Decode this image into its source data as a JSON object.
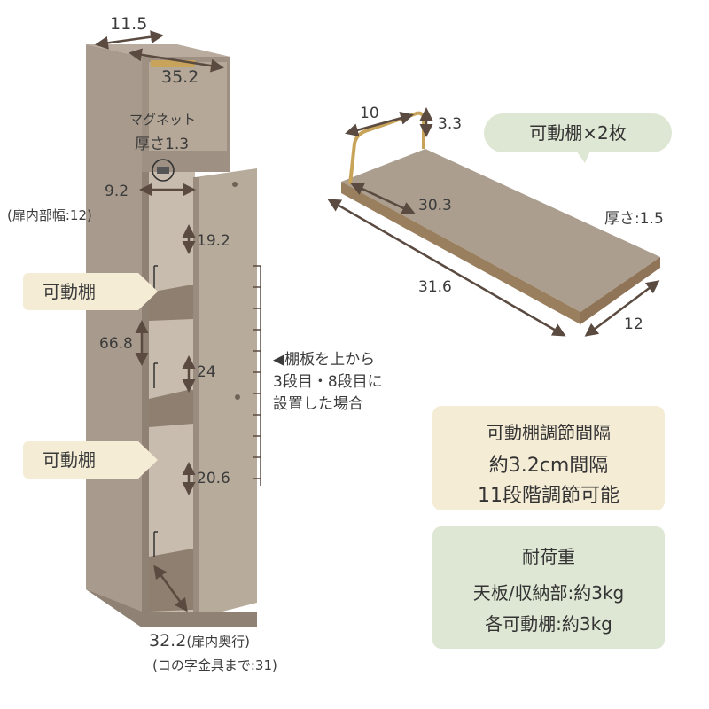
{
  "cabinet": {
    "dim_width": "11.5",
    "dim_top_depth": "35.2",
    "magnet_label": "マグネット",
    "magnet_thickness": "厚さ1.3",
    "dim_inner": "9.2",
    "dim_inner_note": "(扉内部幅:12)",
    "dim_19_2": "19.2",
    "dim_24": "24",
    "dim_20_6": "20.6",
    "dim_66_8": "66.8",
    "dim_depth": "32.2",
    "dim_depth_note": "(扉内奥行)",
    "dim_bracket_note": "(コの字金具まで:31)"
  },
  "tags": {
    "shelf_upper": "可動棚",
    "shelf_lower": "可動棚"
  },
  "shelf_note": {
    "line1": "◀棚板を上から",
    "line2": "3段目・8段目に",
    "line3": "設置した場合"
  },
  "shelf_board": {
    "bubble": "可動棚×2枚",
    "dim_10": "10",
    "dim_3_3": "3.3",
    "dim_30_3": "30.3",
    "thickness": "厚さ:1.5",
    "dim_31_6": "31.6",
    "dim_12": "12"
  },
  "adjust_panel": {
    "line1": "可動棚調節間隔",
    "line2": "約3.2cm間隔",
    "line3": "11段階調節可能"
  },
  "load_panel": {
    "title": "耐荷重",
    "line1": "天板/収納部:約3kg",
    "line2": "各可動棚:約3kg"
  },
  "colors": {
    "body": "#a79a8c",
    "body_dark": "#8f8275",
    "arrow": "#5a4a40",
    "panel_tan": "#f5ecd6",
    "panel_green": "#dde7d3",
    "gold": "#c8a45a"
  }
}
